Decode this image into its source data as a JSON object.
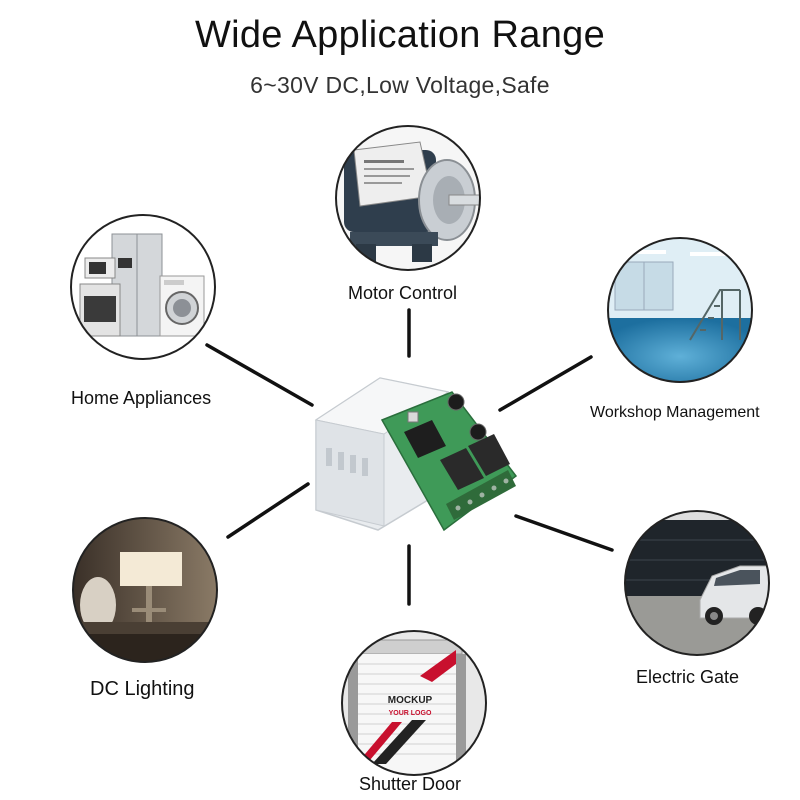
{
  "header": {
    "title": "Wide Application Range",
    "subtitle": "6~30V DC,Low Voltage,Safe"
  },
  "applications": [
    {
      "label": "Motor Control",
      "icon": "electric-motor"
    },
    {
      "label": "Home Appliances",
      "icon": "home-appliances"
    },
    {
      "label": "Workshop Management",
      "icon": "workshop"
    },
    {
      "label": "DC Lighting",
      "icon": "lamp"
    },
    {
      "label": "Electric Gate",
      "icon": "garage-gate-car"
    },
    {
      "label": "Shutter Door",
      "icon": "roller-shutter"
    }
  ],
  "shutter_sign": {
    "line1": "MOCKUP",
    "line2": "YOUR LOGO"
  },
  "colors": {
    "pcb": "#3f9a58",
    "relay": "#2a2a2a",
    "terminal": "#2f6b3a",
    "enclosure": "#e9ecef"
  }
}
